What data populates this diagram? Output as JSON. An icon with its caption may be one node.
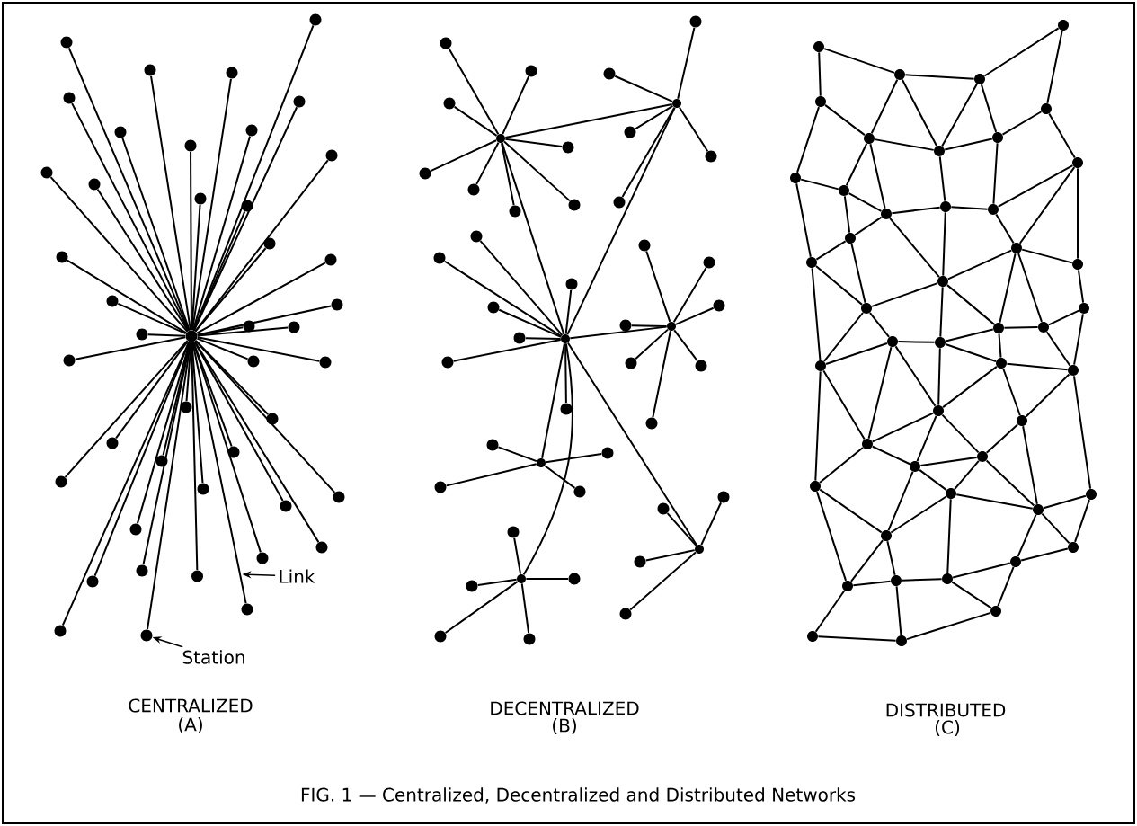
{
  "diagram": {
    "caption": "FIG. 1 — Centralized, Decentralized and Distributed Networks",
    "nodes": [
      {
        "text": [],
        "shape": "circle"
      },
      {
        "text": [],
        "shape": "circle"
      },
      {
        "text": [],
        "shape": "circle"
      },
      {
        "text": [],
        "shape": "circle"
      },
      {
        "text": [],
        "shape": "circle"
      },
      {
        "text": [],
        "shape": "circle"
      },
      {
        "text": [],
        "shape": "circle"
      },
      {
        "text": [],
        "shape": "circle"
      },
      {
        "text": [],
        "shape": "circle"
      },
      {
        "text": [],
        "shape": "circle"
      },
      {
        "text": [],
        "shape": "circle"
      },
      {
        "text": [],
        "shape": "circle"
      },
      {
        "text": [],
        "shape": "circle"
      },
      {
        "text": [],
        "shape": "circle"
      },
      {
        "text": [],
        "shape": "circle"
      },
      {
        "text": [],
        "shape": "circle"
      },
      {
        "text": [],
        "shape": "circle"
      },
      {
        "text": [],
        "shape": "circle"
      },
      {
        "text": [],
        "shape": "circle"
      },
      {
        "text": [],
        "shape": "circle"
      },
      {
        "text": [],
        "shape": "circle"
      },
      {
        "text": [],
        "shape": "circle"
      },
      {
        "text": [],
        "shape": "circle"
      },
      {
        "text": [],
        "shape": "circle"
      },
      {
        "text": [],
        "shape": "circle"
      },
      {
        "text": [],
        "shape": "circle"
      },
      {
        "text": [],
        "shape": "circle"
      },
      {
        "text": [],
        "shape": "circle"
      },
      {
        "text": [],
        "shape": "circle"
      },
      {
        "text": [],
        "shape": "circle"
      },
      {
        "text": [],
        "shape": "circle"
      },
      {
        "text": [],
        "shape": "circle"
      },
      {
        "text": [],
        "shape": "circle"
      },
      {
        "text": [],
        "shape": "circle"
      },
      {
        "text": [],
        "shape": "circle"
      },
      {
        "text": [],
        "shape": "circle"
      },
      {
        "text": [],
        "shape": "circle"
      },
      {
        "text": [],
        "shape": "circle"
      },
      {
        "text": [],
        "shape": "circle"
      },
      {
        "text": [],
        "shape": "circle"
      },
      {
        "text": [],
        "shape": "circle"
      },
      {
        "text": [],
        "shape": "circle"
      },
      {
        "text": [],
        "shape": "circle"
      },
      {
        "text": [],
        "shape": "circle"
      },
      {
        "text": [
          "Link"
        ]
      },
      {
        "text": [
          "Station"
        ]
      },
      {
        "text": [],
        "shape": "circle"
      },
      {
        "text": [],
        "shape": "circle"
      },
      {
        "text": [],
        "shape": "circle"
      },
      {
        "text": [],
        "shape": "circle"
      },
      {
        "text": [],
        "shape": "circle"
      },
      {
        "text": [],
        "shape": "circle"
      },
      {
        "text": [],
        "shape": "circle"
      },
      {
        "text": [],
        "shape": "circle"
      },
      {
        "text": [],
        "shape": "circle"
      },
      {
        "text": [],
        "shape": "circle"
      },
      {
        "text": [],
        "shape": "circle"
      },
      {
        "text": [],
        "shape": "circle"
      },
      {
        "text": [],
        "shape": "circle"
      },
      {
        "text": [],
        "shape": "circle"
      },
      {
        "text": [],
        "shape": "circle"
      },
      {
        "text": [],
        "shape": "circle"
      },
      {
        "text": [],
        "shape": "circle"
      },
      {
        "text": [],
        "shape": "circle"
      },
      {
        "text": [],
        "shape": "circle"
      },
      {
        "text": [],
        "shape": "circle"
      },
      {
        "text": [],
        "shape": "circle"
      },
      {
        "text": [],
        "shape": "circle"
      },
      {
        "text": [],
        "shape": "circle"
      },
      {
        "text": [],
        "shape": "circle"
      },
      {
        "text": [],
        "shape": "circle"
      },
      {
        "text": [],
        "shape": "circle"
      },
      {
        "text": [],
        "shape": "circle"
      },
      {
        "text": [],
        "shape": "circle"
      },
      {
        "text": [],
        "shape": "circle"
      },
      {
        "text": [],
        "shape": "circle"
      },
      {
        "text": [],
        "shape": "circle"
      },
      {
        "text": [],
        "shape": "circle"
      },
      {
        "text": [],
        "shape": "circle"
      },
      {
        "text": [],
        "shape": "circle"
      },
      {
        "text": [],
        "shape": "circle"
      },
      {
        "text": [],
        "shape": "circle"
      },
      {
        "text": [],
        "shape": "circle"
      },
      {
        "text": [],
        "shape": "circle"
      },
      {
        "text": [],
        "shape": "circle"
      },
      {
        "text": [],
        "shape": "circle"
      },
      {
        "text": [],
        "shape": "circle"
      },
      {
        "text": [],
        "shape": "circle"
      },
      {
        "text": [],
        "shape": "circle"
      },
      {
        "text": [],
        "shape": "circle"
      },
      {
        "text": [],
        "shape": "circle"
      },
      {
        "text": [],
        "shape": "circle"
      },
      {
        "text": [],
        "shape": "circle"
      },
      {
        "text": [],
        "shape": "circle"
      },
      {
        "text": [],
        "shape": "circle"
      },
      {
        "text": [],
        "shape": "circle"
      },
      {
        "text": [],
        "shape": "circle"
      },
      {
        "text": [],
        "shape": "circle"
      },
      {
        "text": [],
        "shape": "circle"
      },
      {
        "text": [],
        "shape": "circle"
      },
      {
        "text": [],
        "shape": "circle"
      },
      {
        "text": [],
        "shape": "circle"
      },
      {
        "text": [],
        "shape": "circle"
      },
      {
        "text": [],
        "shape": "circle"
      },
      {
        "text": [],
        "shape": "circle"
      },
      {
        "text": [],
        "shape": "circle"
      },
      {
        "text": [],
        "shape": "circle"
      },
      {
        "text": [],
        "shape": "circle"
      },
      {
        "text": [],
        "shape": "circle"
      },
      {
        "text": [],
        "shape": "circle"
      },
      {
        "text": [],
        "shape": "circle"
      },
      {
        "text": [],
        "shape": "circle"
      },
      {
        "text": [],
        "shape": "circle"
      },
      {
        "text": [],
        "shape": "circle"
      },
      {
        "text": [],
        "shape": "circle"
      },
      {
        "text": [],
        "shape": "circle"
      },
      {
        "text": [],
        "shape": "circle"
      },
      {
        "text": [],
        "shape": "circle"
      },
      {
        "text": [],
        "shape": "circle"
      },
      {
        "text": [],
        "shape": "circle"
      },
      {
        "text": [],
        "shape": "circle"
      },
      {
        "text": [],
        "shape": "circle"
      },
      {
        "text": [],
        "shape": "circle"
      },
      {
        "text": [],
        "shape": "circle"
      },
      {
        "text": [],
        "shape": "circle"
      },
      {
        "text": [],
        "shape": "circle"
      },
      {
        "text": [],
        "shape": "circle"
      },
      {
        "text": [],
        "shape": "circle"
      },
      {
        "text": [],
        "shape": "circle"
      },
      {
        "text": [],
        "shape": "circle"
      },
      {
        "text": [],
        "shape": "circle"
      },
      {
        "text": [],
        "shape": "circle"
      },
      {
        "text": [],
        "shape": "circle"
      },
      {
        "text": [],
        "shape": "circle"
      },
      {
        "text": [],
        "shape": "circle"
      },
      {
        "text": [],
        "shape": "circle"
      },
      {
        "text": [],
        "shape": "circle"
      },
      {
        "text": [],
        "shape": "circle"
      },
      {
        "text": [],
        "shape": "circle"
      },
      {
        "text": [],
        "shape": "circle"
      }
    ],
    "edges": [
      {
        "from": 22,
        "to": 0,
        "arrow": "none"
      },
      {
        "from": 22,
        "to": 1,
        "arrow": "none"
      },
      {
        "from": 22,
        "to": 2,
        "arrow": "none"
      },
      {
        "from": 22,
        "to": 3,
        "arrow": "none"
      },
      {
        "from": 22,
        "to": 4,
        "arrow": "none"
      },
      {
        "from": 22,
        "to": 5,
        "arrow": "none"
      },
      {
        "from": 22,
        "to": 6,
        "arrow": "none"
      },
      {
        "from": 22,
        "to": 7,
        "arrow": "none"
      },
      {
        "from": 22,
        "to": 8,
        "arrow": "none"
      },
      {
        "from": 22,
        "to": 9,
        "arrow": "none"
      },
      {
        "from": 22,
        "to": 10,
        "arrow": "none"
      },
      {
        "from": 22,
        "to": 11,
        "arrow": "none"
      },
      {
        "from": 22,
        "to": 12,
        "arrow": "none"
      },
      {
        "from": 22,
        "to": 13,
        "arrow": "none"
      },
      {
        "from": 22,
        "to": 14,
        "arrow": "none"
      },
      {
        "from": 22,
        "to": 15,
        "arrow": "none"
      },
      {
        "from": 22,
        "to": 16,
        "arrow": "none"
      },
      {
        "from": 22,
        "to": 17,
        "arrow": "none"
      },
      {
        "from": 22,
        "to": 18,
        "arrow": "none"
      },
      {
        "from": 22,
        "to": 19,
        "arrow": "none"
      },
      {
        "from": 22,
        "to": 20,
        "arrow": "none"
      },
      {
        "from": 22,
        "to": 21,
        "arrow": "none"
      },
      {
        "from": 22,
        "to": 23,
        "arrow": "none"
      },
      {
        "from": 22,
        "to": 24,
        "arrow": "none"
      },
      {
        "from": 22,
        "to": 25,
        "arrow": "none"
      },
      {
        "from": 22,
        "to": 26,
        "arrow": "none"
      },
      {
        "from": 22,
        "to": 27,
        "arrow": "none"
      },
      {
        "from": 22,
        "to": 28,
        "arrow": "none"
      },
      {
        "from": 22,
        "to": 29,
        "arrow": "none"
      },
      {
        "from": 22,
        "to": 30,
        "arrow": "none"
      },
      {
        "from": 22,
        "to": 31,
        "arrow": "none"
      },
      {
        "from": 22,
        "to": 32,
        "arrow": "none"
      },
      {
        "from": 22,
        "to": 33,
        "arrow": "none"
      },
      {
        "from": 22,
        "to": 34,
        "arrow": "none"
      },
      {
        "from": 22,
        "to": 35,
        "arrow": "none"
      },
      {
        "from": 22,
        "to": 36,
        "arrow": "none"
      },
      {
        "from": 22,
        "to": 37,
        "arrow": "none"
      },
      {
        "from": 22,
        "to": 38,
        "arrow": "none"
      },
      {
        "from": 22,
        "to": 39,
        "arrow": "none"
      },
      {
        "from": 22,
        "to": 40,
        "arrow": "none"
      },
      {
        "from": 22,
        "to": 41,
        "arrow": "none"
      },
      {
        "from": 22,
        "to": 42,
        "arrow": "none"
      },
      {
        "from": 22,
        "to": 43,
        "arrow": "none"
      },
      {
        "from": 44,
        "to": null,
        "arrow": "to"
      },
      {
        "from": 45,
        "to": 43,
        "arrow": "to"
      },
      {
        "from": 53,
        "to": 47,
        "arrow": "none"
      },
      {
        "from": 53,
        "to": 48,
        "arrow": "none"
      },
      {
        "from": 53,
        "to": 50,
        "arrow": "none"
      },
      {
        "from": 53,
        "to": 54,
        "arrow": "none"
      },
      {
        "from": 53,
        "to": 56,
        "arrow": "none"
      },
      {
        "from": 53,
        "to": 57,
        "arrow": "none"
      },
      {
        "from": 53,
        "to": 59,
        "arrow": "none"
      },
      {
        "from": 53,
        "to": 60,
        "arrow": "none"
      },
      {
        "from": 53,
        "to": 51,
        "arrow": "none"
      },
      {
        "from": 53,
        "to": 71,
        "arrow": "none"
      },
      {
        "from": 51,
        "to": 46,
        "arrow": "none"
      },
      {
        "from": 51,
        "to": 49,
        "arrow": "none"
      },
      {
        "from": 51,
        "to": 52,
        "arrow": "none"
      },
      {
        "from": 51,
        "to": 55,
        "arrow": "none"
      },
      {
        "from": 51,
        "to": 58,
        "arrow": "none"
      },
      {
        "from": 51,
        "to": 71,
        "arrow": "none"
      },
      {
        "from": 71,
        "to": 61,
        "arrow": "none"
      },
      {
        "from": 71,
        "to": 63,
        "arrow": "none"
      },
      {
        "from": 71,
        "to": 65,
        "arrow": "none"
      },
      {
        "from": 71,
        "to": 67,
        "arrow": "none"
      },
      {
        "from": 71,
        "to": 70,
        "arrow": "none"
      },
      {
        "from": 71,
        "to": 72,
        "arrow": "none"
      },
      {
        "from": 71,
        "to": 75,
        "arrow": "none"
      },
      {
        "from": 71,
        "to": 69,
        "arrow": "none"
      },
      {
        "from": 71,
        "to": 79,
        "arrow": "none"
      },
      {
        "from": 71,
        "to": 87,
        "arrow": "none"
      },
      {
        "from": 71,
        "to": 85,
        "arrow": "none"
      },
      {
        "from": 69,
        "to": 62,
        "arrow": "none"
      },
      {
        "from": 69,
        "to": 64,
        "arrow": "none"
      },
      {
        "from": 69,
        "to": 66,
        "arrow": "none"
      },
      {
        "from": 69,
        "to": 68,
        "arrow": "none"
      },
      {
        "from": 69,
        "to": 73,
        "arrow": "none"
      },
      {
        "from": 69,
        "to": 74,
        "arrow": "none"
      },
      {
        "from": 69,
        "to": 76,
        "arrow": "none"
      },
      {
        "from": 79,
        "to": 77,
        "arrow": "none"
      },
      {
        "from": 79,
        "to": 78,
        "arrow": "none"
      },
      {
        "from": 79,
        "to": 80,
        "arrow": "none"
      },
      {
        "from": 79,
        "to": 81,
        "arrow": "none"
      },
      {
        "from": 87,
        "to": 84,
        "arrow": "none"
      },
      {
        "from": 87,
        "to": 88,
        "arrow": "none"
      },
      {
        "from": 87,
        "to": 89,
        "arrow": "none"
      },
      {
        "from": 87,
        "to": 91,
        "arrow": "none"
      },
      {
        "from": 87,
        "to": 92,
        "arrow": "none"
      },
      {
        "from": 85,
        "to": 82,
        "arrow": "none"
      },
      {
        "from": 85,
        "to": 83,
        "arrow": "none"
      },
      {
        "from": 85,
        "to": 86,
        "arrow": "none"
      },
      {
        "from": 85,
        "to": 90,
        "arrow": "none"
      },
      {
        "from": 93,
        "to": 95,
        "arrow": "none"
      },
      {
        "from": 93,
        "to": 97,
        "arrow": "none"
      },
      {
        "from": 95,
        "to": 96,
        "arrow": "none"
      },
      {
        "from": 96,
        "to": 94,
        "arrow": "none"
      },
      {
        "from": 94,
        "to": 98,
        "arrow": "none"
      },
      {
        "from": 95,
        "to": 99,
        "arrow": "none"
      },
      {
        "from": 95,
        "to": 100,
        "arrow": "none"
      },
      {
        "from": 96,
        "to": 100,
        "arrow": "none"
      },
      {
        "from": 96,
        "to": 101,
        "arrow": "none"
      },
      {
        "from": 97,
        "to": 99,
        "arrow": "none"
      },
      {
        "from": 97,
        "to": 103,
        "arrow": "none"
      },
      {
        "from": 98,
        "to": 101,
        "arrow": "none"
      },
      {
        "from": 98,
        "to": 102,
        "arrow": "none"
      },
      {
        "from": 99,
        "to": 100,
        "arrow": "none"
      },
      {
        "from": 100,
        "to": 101,
        "arrow": "none"
      },
      {
        "from": 99,
        "to": 104,
        "arrow": "none"
      },
      {
        "from": 99,
        "to": 105,
        "arrow": "none"
      },
      {
        "from": 100,
        "to": 106,
        "arrow": "none"
      },
      {
        "from": 101,
        "to": 107,
        "arrow": "none"
      },
      {
        "from": 103,
        "to": 104,
        "arrow": "none"
      },
      {
        "from": 103,
        "to": 110,
        "arrow": "none"
      },
      {
        "from": 104,
        "to": 105,
        "arrow": "none"
      },
      {
        "from": 104,
        "to": 108,
        "arrow": "none"
      },
      {
        "from": 105,
        "to": 106,
        "arrow": "none"
      },
      {
        "from": 106,
        "to": 107,
        "arrow": "none"
      },
      {
        "from": 107,
        "to": 102,
        "arrow": "none"
      },
      {
        "from": 102,
        "to": 109,
        "arrow": "none"
      },
      {
        "from": 102,
        "to": 111,
        "arrow": "none"
      },
      {
        "from": 107,
        "to": 109,
        "arrow": "none"
      },
      {
        "from": 105,
        "to": 108,
        "arrow": "none"
      },
      {
        "from": 105,
        "to": 112,
        "arrow": "none"
      },
      {
        "from": 106,
        "to": 112,
        "arrow": "none"
      },
      {
        "from": 108,
        "to": 110,
        "arrow": "none"
      },
      {
        "from": 108,
        "to": 113,
        "arrow": "none"
      },
      {
        "from": 109,
        "to": 112,
        "arrow": "none"
      },
      {
        "from": 109,
        "to": 111,
        "arrow": "none"
      },
      {
        "from": 109,
        "to": 115,
        "arrow": "none"
      },
      {
        "from": 109,
        "to": 116,
        "arrow": "none"
      },
      {
        "from": 111,
        "to": 114,
        "arrow": "none"
      },
      {
        "from": 110,
        "to": 113,
        "arrow": "none"
      },
      {
        "from": 110,
        "to": 119,
        "arrow": "none"
      },
      {
        "from": 112,
        "to": 113,
        "arrow": "none"
      },
      {
        "from": 112,
        "to": 118,
        "arrow": "none"
      },
      {
        "from": 112,
        "to": 115,
        "arrow": "none"
      },
      {
        "from": 113,
        "to": 117,
        "arrow": "none"
      },
      {
        "from": 113,
        "to": 119,
        "arrow": "none"
      },
      {
        "from": 114,
        "to": 116,
        "arrow": "none"
      },
      {
        "from": 115,
        "to": 116,
        "arrow": "none"
      },
      {
        "from": 116,
        "to": 121,
        "arrow": "none"
      },
      {
        "from": 114,
        "to": 121,
        "arrow": "none"
      },
      {
        "from": 117,
        "to": 118,
        "arrow": "none"
      },
      {
        "from": 118,
        "to": 115,
        "arrow": "none"
      },
      {
        "from": 115,
        "to": 120,
        "arrow": "none"
      },
      {
        "from": 118,
        "to": 120,
        "arrow": "none"
      },
      {
        "from": 118,
        "to": 122,
        "arrow": "none"
      },
      {
        "from": 117,
        "to": 119,
        "arrow": "none"
      },
      {
        "from": 117,
        "to": 124,
        "arrow": "none"
      },
      {
        "from": 117,
        "to": 122,
        "arrow": "none"
      },
      {
        "from": 119,
        "to": 124,
        "arrow": "none"
      },
      {
        "from": 119,
        "to": 127,
        "arrow": "none"
      },
      {
        "from": 120,
        "to": 121,
        "arrow": "none"
      },
      {
        "from": 120,
        "to": 122,
        "arrow": "none"
      },
      {
        "from": 120,
        "to": 123,
        "arrow": "none"
      },
      {
        "from": 121,
        "to": 123,
        "arrow": "none"
      },
      {
        "from": 121,
        "to": 129,
        "arrow": "none"
      },
      {
        "from": 122,
        "to": 124,
        "arrow": "none"
      },
      {
        "from": 122,
        "to": 126,
        "arrow": "none"
      },
      {
        "from": 122,
        "to": 125,
        "arrow": "none"
      },
      {
        "from": 123,
        "to": 125,
        "arrow": "none"
      },
      {
        "from": 123,
        "to": 130,
        "arrow": "none"
      },
      {
        "from": 124,
        "to": 127,
        "arrow": "none"
      },
      {
        "from": 124,
        "to": 126,
        "arrow": "none"
      },
      {
        "from": 125,
        "to": 126,
        "arrow": "none"
      },
      {
        "from": 125,
        "to": 128,
        "arrow": "none"
      },
      {
        "from": 125,
        "to": 130,
        "arrow": "none"
      },
      {
        "from": 126,
        "to": 128,
        "arrow": "none"
      },
      {
        "from": 126,
        "to": 131,
        "arrow": "none"
      },
      {
        "from": 127,
        "to": 131,
        "arrow": "none"
      },
      {
        "from": 127,
        "to": 134,
        "arrow": "none"
      },
      {
        "from": 128,
        "to": 131,
        "arrow": "none"
      },
      {
        "from": 128,
        "to": 130,
        "arrow": "none"
      },
      {
        "from": 128,
        "to": 136,
        "arrow": "none"
      },
      {
        "from": 129,
        "to": 130,
        "arrow": "none"
      },
      {
        "from": 129,
        "to": 132,
        "arrow": "none"
      },
      {
        "from": 130,
        "to": 132,
        "arrow": "none"
      },
      {
        "from": 130,
        "to": 133,
        "arrow": "none"
      },
      {
        "from": 131,
        "to": 134,
        "arrow": "none"
      },
      {
        "from": 131,
        "to": 135,
        "arrow": "none"
      },
      {
        "from": 132,
        "to": 133,
        "arrow": "none"
      },
      {
        "from": 133,
        "to": 136,
        "arrow": "none"
      },
      {
        "from": 133,
        "to": 137,
        "arrow": "none"
      },
      {
        "from": 134,
        "to": 135,
        "arrow": "none"
      },
      {
        "from": 134,
        "to": 138,
        "arrow": "none"
      },
      {
        "from": 135,
        "to": 136,
        "arrow": "none"
      },
      {
        "from": 135,
        "to": 139,
        "arrow": "none"
      },
      {
        "from": 136,
        "to": 137,
        "arrow": "none"
      },
      {
        "from": 137,
        "to": 139,
        "arrow": "none"
      },
      {
        "from": 138,
        "to": 139,
        "arrow": "none"
      }
    ],
    "labels": [
      "CENTRALIZED",
      "(A)",
      "DECENTRALIZED",
      "(B)",
      "DISTRIBUTED",
      "(C)"
    ]
  }
}
